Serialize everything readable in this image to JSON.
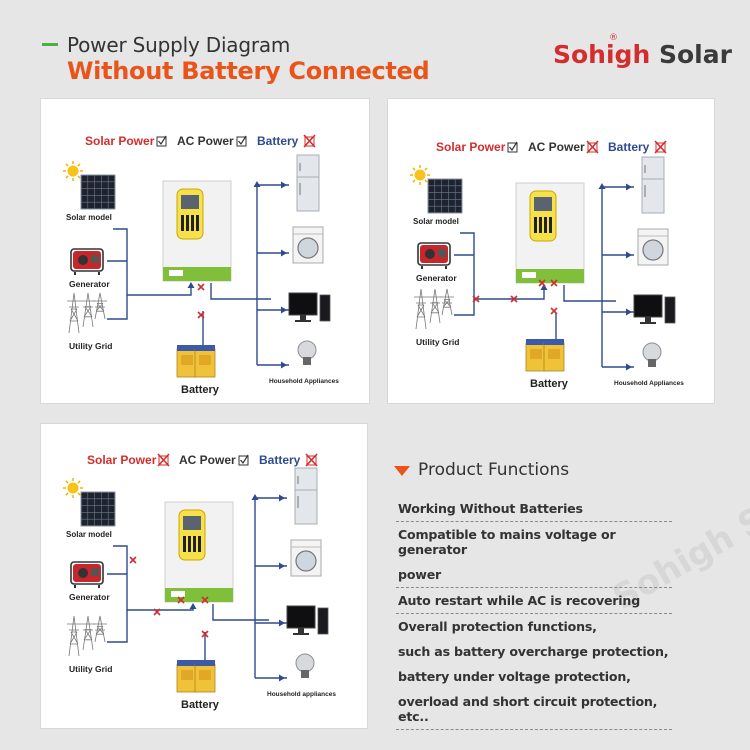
{
  "header": {
    "title_line1": "Power Supply Diagram",
    "title_line2": "Without Battery Connected"
  },
  "brand": {
    "part1": "Sohigh",
    "part2": "Solar",
    "reg": "®"
  },
  "watermark": "Sohigh Solar",
  "panels": [
    {
      "id": "panel-1",
      "legend": [
        {
          "label": "Solar Power",
          "status": "on",
          "color": "#d42d2d"
        },
        {
          "label": "AC Power",
          "status": "on",
          "color": "#333333"
        },
        {
          "label": "Battery",
          "status": "off",
          "color": "#2f4b8f"
        }
      ],
      "labels": {
        "solar": "Solar model",
        "generator": "Generator",
        "grid": "Utility Grid",
        "battery": "Battery",
        "appliances": "Household Appliances"
      }
    },
    {
      "id": "panel-2",
      "legend": [
        {
          "label": "Solar Power",
          "status": "on",
          "color": "#d42d2d"
        },
        {
          "label": "AC Power",
          "status": "off",
          "color": "#333333"
        },
        {
          "label": "Battery",
          "status": "off",
          "color": "#2f4b8f"
        }
      ],
      "labels": {
        "solar": "Solar model",
        "generator": "Generator",
        "grid": "Utility Grid",
        "battery": "Battery",
        "appliances": "Household Appliances"
      }
    },
    {
      "id": "panel-3",
      "legend": [
        {
          "label": "Solar Power",
          "status": "off",
          "color": "#d42d2d"
        },
        {
          "label": "AC Power",
          "status": "on",
          "color": "#333333"
        },
        {
          "label": "Battery",
          "status": "off",
          "color": "#2f4b8f"
        }
      ],
      "labels": {
        "solar": "Solar model",
        "generator": "Generator",
        "grid": "Utility Grid",
        "battery": "Battery",
        "appliances": "Household appliances"
      }
    }
  ],
  "product_functions": {
    "title": "Product Functions",
    "items": [
      "Working Without Batteries",
      "Compatible to mains voltage or generator",
      "power",
      "Auto restart while AC is recovering",
      "Overall protection functions,",
      "such as battery overcharge protection,",
      "battery under voltage protection,",
      "overload and short circuit protection, etc.."
    ]
  },
  "colors": {
    "accent": "#e8541a",
    "green": "#4fae47",
    "line": "#2f4b8f",
    "cross": "#d42d2d"
  },
  "icons": [
    "sun-icon",
    "solar-panel-icon",
    "generator-icon",
    "pylon-icon",
    "inverter-icon",
    "battery-icon",
    "fridge-icon",
    "washer-icon",
    "monitor-icon",
    "bulb-icon",
    "check-box-icon",
    "cross-box-icon",
    "cross-mark-icon",
    "triangle-icon"
  ]
}
